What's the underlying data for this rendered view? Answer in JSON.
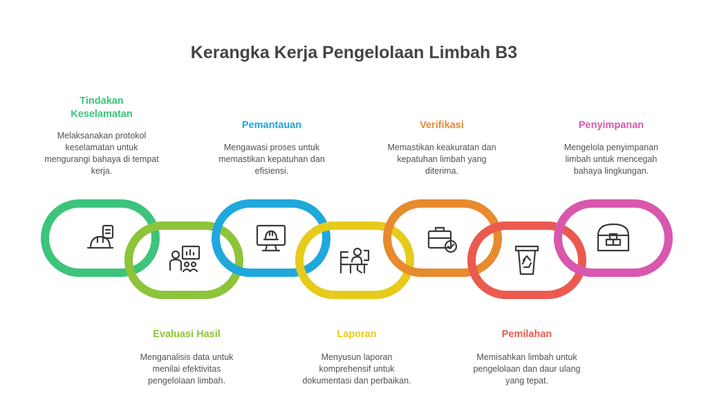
{
  "title": "Kerangka Kerja Pengelolaan Limbah B3",
  "steps": [
    {
      "title": "Tindakan Keselamatan",
      "desc": "Melaksanakan protokol keselamatan untuk mengurangi bahaya di tempat kerja.",
      "color": "#3CC47C",
      "icon": "hardhat-clipboard-icon"
    },
    {
      "title": "Evaluasi Hasil",
      "desc": "Menganalisis data untuk menilai efektivitas pengelolaan limbah.",
      "color": "#8DC43A",
      "icon": "presentation-team-icon"
    },
    {
      "title": "Pemantauan",
      "desc": "Mengawasi proses untuk memastikan kepatuhan dan efisiensi.",
      "color": "#1FA8DC",
      "icon": "monitor-hardhat-icon"
    },
    {
      "title": "Laporan",
      "desc": "Menyusun laporan komprehensif untuk dokumentasi dan perbaikan.",
      "color": "#E6CB1C",
      "icon": "desk-worker-icon"
    },
    {
      "title": "Verifikasi",
      "desc": "Memastikan keakuratan dan kepatuhan limbah yang diterima.",
      "color": "#E88A2E",
      "icon": "briefcase-check-icon"
    },
    {
      "title": "Pemilahan",
      "desc": "Memisahkan limbah untuk pengelolaan dan daur ulang yang tepat.",
      "color": "#EB5A4E",
      "icon": "recycle-bin-icon"
    },
    {
      "title": "Penyimpanan",
      "desc": "Mengelola penyimpanan limbah untuk mencegah bahaya lingkungan.",
      "color": "#D957AE",
      "icon": "warehouse-icon"
    }
  ]
}
